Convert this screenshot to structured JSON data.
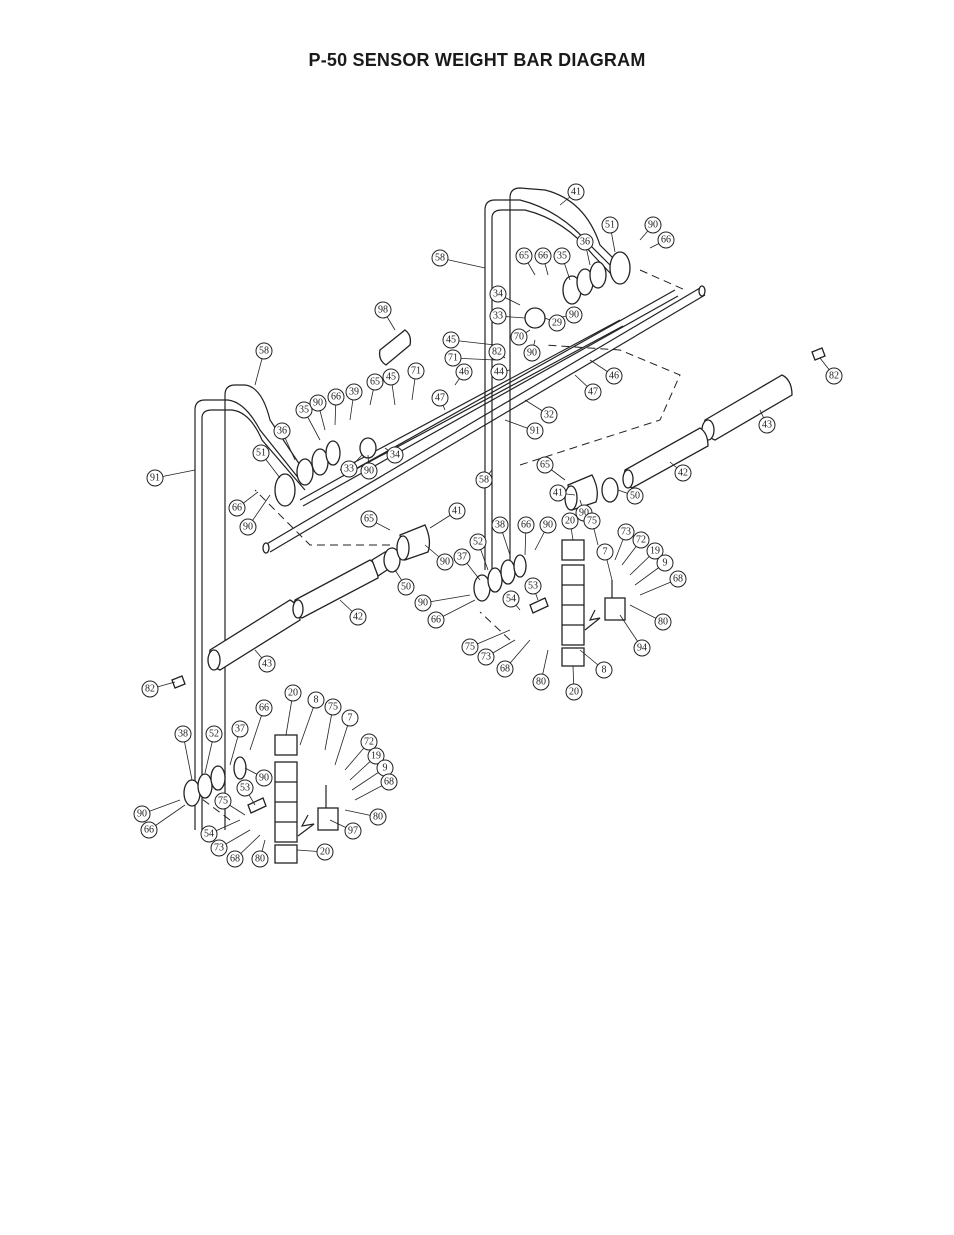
{
  "title": "P-50 SENSOR WEIGHT BAR DIAGRAM",
  "callouts": [
    {
      "id": "c1",
      "label": "41"
    },
    {
      "id": "c2",
      "label": "58"
    },
    {
      "id": "c3",
      "label": "98"
    },
    {
      "id": "c4",
      "label": "65"
    },
    {
      "id": "c5",
      "label": "66"
    },
    {
      "id": "c6",
      "label": "35"
    },
    {
      "id": "c7",
      "label": "36"
    },
    {
      "id": "c8",
      "label": "51"
    },
    {
      "id": "c9",
      "label": "90"
    },
    {
      "id": "c10",
      "label": "66"
    },
    {
      "id": "c11",
      "label": "34"
    },
    {
      "id": "c12",
      "label": "33"
    },
    {
      "id": "c13",
      "label": "90"
    },
    {
      "id": "c14",
      "label": "29"
    },
    {
      "id": "c15",
      "label": "70"
    },
    {
      "id": "c16",
      "label": "45"
    },
    {
      "id": "c17",
      "label": "71"
    },
    {
      "id": "c18",
      "label": "82"
    },
    {
      "id": "c19",
      "label": "90"
    },
    {
      "id": "c20",
      "label": "44"
    },
    {
      "id": "c21",
      "label": "47"
    },
    {
      "id": "c22",
      "label": "46"
    },
    {
      "id": "c23",
      "label": "32"
    },
    {
      "id": "c24",
      "label": "82"
    },
    {
      "id": "c25",
      "label": "58"
    },
    {
      "id": "c26",
      "label": "35"
    },
    {
      "id": "c27",
      "label": "90"
    },
    {
      "id": "c28",
      "label": "66"
    },
    {
      "id": "c29",
      "label": "39"
    },
    {
      "id": "c30",
      "label": "65"
    },
    {
      "id": "c31",
      "label": "45"
    },
    {
      "id": "c32",
      "label": "71"
    },
    {
      "id": "c33",
      "label": "47"
    },
    {
      "id": "c34",
      "label": "46"
    },
    {
      "id": "c35",
      "label": "36"
    },
    {
      "id": "c36",
      "label": "33"
    },
    {
      "id": "c37",
      "label": "90"
    },
    {
      "id": "c38",
      "label": "34"
    },
    {
      "id": "c39",
      "label": "91"
    },
    {
      "id": "c40",
      "label": "51"
    },
    {
      "id": "c41",
      "label": "66"
    },
    {
      "id": "c42",
      "label": "90"
    },
    {
      "id": "c43",
      "label": "43"
    },
    {
      "id": "c44",
      "label": "91"
    },
    {
      "id": "c45",
      "label": "58"
    },
    {
      "id": "c46",
      "label": "65"
    },
    {
      "id": "c47",
      "label": "42"
    },
    {
      "id": "c48",
      "label": "41"
    },
    {
      "id": "c49",
      "label": "50"
    },
    {
      "id": "c50",
      "label": "90"
    },
    {
      "id": "c51",
      "label": "65"
    },
    {
      "id": "c52",
      "label": "41"
    },
    {
      "id": "c53",
      "label": "90"
    },
    {
      "id": "c54",
      "label": "50"
    },
    {
      "id": "c55",
      "label": "42"
    },
    {
      "id": "c56",
      "label": "43"
    },
    {
      "id": "c57",
      "label": "82"
    },
    {
      "id": "c58",
      "label": "38"
    },
    {
      "id": "c59",
      "label": "66"
    },
    {
      "id": "c60",
      "label": "90"
    },
    {
      "id": "c61",
      "label": "37"
    },
    {
      "id": "c62",
      "label": "52"
    },
    {
      "id": "c63",
      "label": "20"
    },
    {
      "id": "c64",
      "label": "75"
    },
    {
      "id": "c65",
      "label": "73"
    },
    {
      "id": "c66",
      "label": "72"
    },
    {
      "id": "c67",
      "label": "7"
    },
    {
      "id": "c68",
      "label": "19"
    },
    {
      "id": "c69",
      "label": "9"
    },
    {
      "id": "c70",
      "label": "68"
    },
    {
      "id": "c71",
      "label": "53"
    },
    {
      "id": "c72",
      "label": "54"
    },
    {
      "id": "c73",
      "label": "90"
    },
    {
      "id": "c74",
      "label": "66"
    },
    {
      "id": "c75",
      "label": "75"
    },
    {
      "id": "c76",
      "label": "73"
    },
    {
      "id": "c77",
      "label": "68"
    },
    {
      "id": "c78",
      "label": "80"
    },
    {
      "id": "c79",
      "label": "20"
    },
    {
      "id": "c80",
      "label": "8"
    },
    {
      "id": "c81",
      "label": "94"
    },
    {
      "id": "c82",
      "label": "80"
    },
    {
      "id": "c83",
      "label": "38"
    },
    {
      "id": "c84",
      "label": "52"
    },
    {
      "id": "c85",
      "label": "37"
    },
    {
      "id": "c86",
      "label": "66"
    },
    {
      "id": "c87",
      "label": "20"
    },
    {
      "id": "c88",
      "label": "8"
    },
    {
      "id": "c89",
      "label": "75"
    },
    {
      "id": "c90",
      "label": "7"
    },
    {
      "id": "c91",
      "label": "72"
    },
    {
      "id": "c92",
      "label": "19"
    },
    {
      "id": "c93",
      "label": "9"
    },
    {
      "id": "c94",
      "label": "68"
    },
    {
      "id": "c95",
      "label": "90"
    },
    {
      "id": "c96",
      "label": "53"
    },
    {
      "id": "c97",
      "label": "75"
    },
    {
      "id": "c98",
      "label": "90"
    },
    {
      "id": "c99",
      "label": "66"
    },
    {
      "id": "c100",
      "label": "54"
    },
    {
      "id": "c101",
      "label": "73"
    },
    {
      "id": "c102",
      "label": "68"
    },
    {
      "id": "c103",
      "label": "80"
    },
    {
      "id": "c104",
      "label": "97"
    },
    {
      "id": "c105",
      "label": "80"
    },
    {
      "id": "c106",
      "label": "20"
    }
  ]
}
